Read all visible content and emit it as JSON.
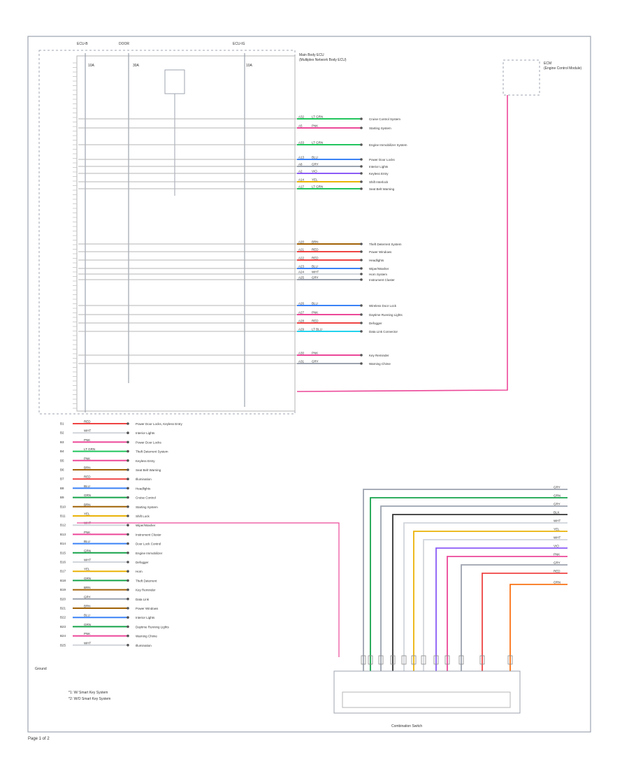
{
  "page_label": "Page 1 of 2",
  "module": {
    "title": "Main Body ECU",
    "subtitle": "(Multiplex Network Body ECU)"
  },
  "fuses": [
    {
      "name": "ECU-B",
      "amp": "10A"
    },
    {
      "name": "DOOR",
      "amp": "30A"
    },
    {
      "name": "ECU-IG",
      "amp": "10A"
    }
  ],
  "upper_right_module": {
    "title": "ECM",
    "subtitle": "(Engine Control Module)"
  },
  "right_outputs": [
    {
      "pin": "A32",
      "color": "LT GRN",
      "hex": "#22c55e",
      "desc": "Cruise Control System"
    },
    {
      "pin": "A5",
      "color": "PNK",
      "hex": "#ec4899",
      "desc": "Starting System"
    },
    {
      "pin": "A33",
      "color": "LT GRN",
      "hex": "#22c55e",
      "desc": "Engine Immobilizer System"
    },
    {
      "pin": "A13",
      "color": "BLU",
      "hex": "#3b82f6",
      "desc": "Power Door Locks"
    },
    {
      "pin": "A8",
      "color": "GRY",
      "hex": "#9ca3af",
      "desc": "Interior Lights"
    },
    {
      "pin": "A2",
      "color": "VIO",
      "hex": "#8b5cf6",
      "desc": "Keyless Entry"
    },
    {
      "pin": "A14",
      "color": "YEL",
      "hex": "#eab308",
      "desc": "Shift Interlock"
    },
    {
      "pin": "A17",
      "color": "LT GRN",
      "hex": "#22c55e",
      "desc": "Seat Belt Warning"
    },
    {
      "pin": "A20",
      "color": "BRN",
      "hex": "#a16207",
      "desc": "Theft Deterrent System"
    },
    {
      "pin": "A21",
      "color": "RED",
      "hex": "#ef4444",
      "desc": "Power Windows"
    },
    {
      "pin": "A22",
      "color": "RED",
      "hex": "#ef4444",
      "desc": "Headlights"
    },
    {
      "pin": "A23",
      "color": "BLU",
      "hex": "#3b82f6",
      "desc": "Wiper/Washer"
    },
    {
      "pin": "A24",
      "color": "WHT",
      "hex": "#d1d5db",
      "desc": "Horn System"
    },
    {
      "pin": "A25",
      "color": "GRY",
      "hex": "#9ca3af",
      "desc": "Instrument Cluster"
    },
    {
      "pin": "A26",
      "color": "BLU",
      "hex": "#3b82f6",
      "desc": "Wireless Door Lock"
    },
    {
      "pin": "A27",
      "color": "PNK",
      "hex": "#ec4899",
      "desc": "Daytime Running Lights"
    },
    {
      "pin": "A28",
      "color": "RED",
      "hex": "#ef4444",
      "desc": "Defogger"
    },
    {
      "pin": "A29",
      "color": "LT BLU",
      "hex": "#22d3ee",
      "desc": "Data Link Connector"
    },
    {
      "pin": "A30",
      "color": "PNK",
      "hex": "#ec4899",
      "desc": "Key Reminder"
    },
    {
      "pin": "A31",
      "color": "GRY",
      "hex": "#9ca3af",
      "desc": "Warning Chime"
    }
  ],
  "lower_left_outputs": [
    {
      "pin": "B1",
      "color": "RED",
      "hex": "#ef4444",
      "desc": "Power Door Locks, Keyless Entry"
    },
    {
      "pin": "B2",
      "color": "WHT",
      "hex": "#d1d5db",
      "desc": "Interior Lights"
    },
    {
      "pin": "B3",
      "color": "PNK",
      "hex": "#ec4899",
      "desc": "Power Door Locks"
    },
    {
      "pin": "B4",
      "color": "LT GRN",
      "hex": "#22c55e",
      "desc": "Theft Deterrent System"
    },
    {
      "pin": "B5",
      "color": "PNK",
      "hex": "#ec4899",
      "desc": "Keyless Entry"
    },
    {
      "pin": "B6",
      "color": "BRN",
      "hex": "#a16207",
      "desc": "Seat Belt Warning"
    },
    {
      "pin": "B7",
      "color": "RED",
      "hex": "#ef4444",
      "desc": "Illumination"
    },
    {
      "pin": "B8",
      "color": "BLU",
      "hex": "#3b82f6",
      "desc": "Headlights"
    },
    {
      "pin": "B9",
      "color": "GRN",
      "hex": "#16a34a",
      "desc": "Cruise Control"
    },
    {
      "pin": "B10",
      "color": "BRN",
      "hex": "#a16207",
      "desc": "Starting System"
    },
    {
      "pin": "B11",
      "color": "YEL",
      "hex": "#eab308",
      "desc": "Shift Lock"
    },
    {
      "pin": "B12",
      "color": "WHT",
      "hex": "#d1d5db",
      "desc": "Wiper/Washer"
    },
    {
      "pin": "B13",
      "color": "PNK",
      "hex": "#ec4899",
      "desc": "Instrument Cluster"
    },
    {
      "pin": "B14",
      "color": "BLU",
      "hex": "#3b82f6",
      "desc": "Door Lock Control"
    },
    {
      "pin": "B15",
      "color": "GRN",
      "hex": "#16a34a",
      "desc": "Engine Immobilizer"
    },
    {
      "pin": "B16",
      "color": "WHT",
      "hex": "#d1d5db",
      "desc": "Defogger"
    },
    {
      "pin": "B17",
      "color": "YEL",
      "hex": "#eab308",
      "desc": "Horn"
    },
    {
      "pin": "B18",
      "color": "GRN",
      "hex": "#16a34a",
      "desc": "Theft Deterrent"
    },
    {
      "pin": "B19",
      "color": "BRN",
      "hex": "#a16207",
      "desc": "Key Reminder"
    },
    {
      "pin": "B20",
      "color": "GRY",
      "hex": "#9ca3af",
      "desc": "Data Link"
    },
    {
      "pin": "B21",
      "color": "BRN",
      "hex": "#a16207",
      "desc": "Power Windows"
    },
    {
      "pin": "B22",
      "color": "BLU",
      "hex": "#3b82f6",
      "desc": "Interior Lights"
    },
    {
      "pin": "B23",
      "color": "GRN",
      "hex": "#16a34a",
      "desc": "Daytime Running Lights"
    },
    {
      "pin": "B24",
      "color": "PNK",
      "hex": "#ec4899",
      "desc": "Warning Chime"
    },
    {
      "pin": "B25",
      "color": "WHT",
      "hex": "#d1d5db",
      "desc": "Illumination"
    }
  ],
  "connector": {
    "title": "Combination Switch"
  },
  "connector_wires": [
    {
      "color": "GRY",
      "hex": "#9ca3af"
    },
    {
      "color": "GRN",
      "hex": "#16a34a"
    },
    {
      "color": "GRY",
      "hex": "#9ca3af"
    },
    {
      "color": "BLK",
      "hex": "#333333"
    },
    {
      "color": "WHT",
      "hex": "#d1d5db"
    },
    {
      "color": "YEL",
      "hex": "#eab308"
    },
    {
      "color": "WHT",
      "hex": "#d1d5db"
    },
    {
      "color": "VIO",
      "hex": "#8b5cf6"
    },
    {
      "color": "PNK",
      "hex": "#ec4899"
    },
    {
      "color": "GRY",
      "hex": "#9ca3af"
    },
    {
      "color": "RED",
      "hex": "#ef4444"
    },
    {
      "color": "ORN",
      "hex": "#f97316"
    }
  ],
  "notes": [
    "*1: W/ Smart Key System",
    "*2: W/O Smart Key System"
  ],
  "ground_label": "Ground"
}
